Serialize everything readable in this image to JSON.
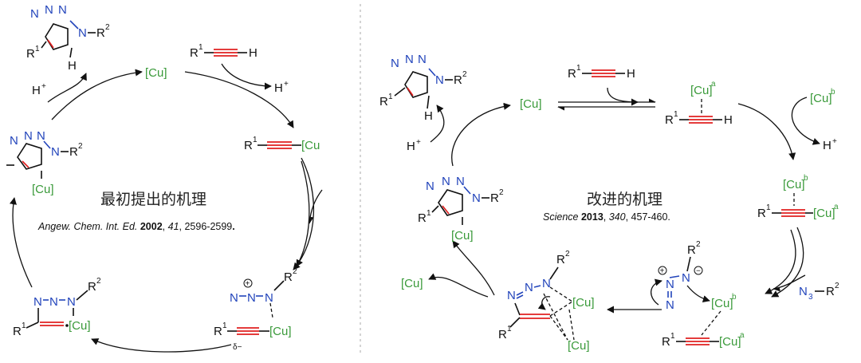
{
  "colors": {
    "copper": "#3a9a3a",
    "nitrogen": "#2244bb",
    "triple_bond": "#e02020",
    "divider": "#aaaaaa"
  },
  "atoms": {
    "cu": "[Cu]",
    "cu_a": "[Cu]",
    "cu_b": "[Cu]",
    "cu_cut": "[Cu",
    "h": "H",
    "h_plus": "H",
    "plus": "+",
    "n": "N",
    "n3": "N",
    "r1": "R",
    "r2": "R",
    "sup1": "1",
    "sup2": "2",
    "sup3": "3",
    "sup_a": "a",
    "sup_b": "b",
    "delta_minus": "δ−",
    "plus_circle": "+",
    "minus_circle": "−"
  },
  "left_panel": {
    "title": "最初提出的机理",
    "citation": {
      "journal": "Angew. Chem. Int. Ed.",
      "year": "2002",
      "volume": "41",
      "pages": "2596-2599",
      "end": "."
    }
  },
  "right_panel": {
    "title": "改进的机理",
    "citation": {
      "journal": "Science",
      "year": "2013",
      "volume": "340",
      "pages": "457-460",
      "end": "."
    }
  }
}
